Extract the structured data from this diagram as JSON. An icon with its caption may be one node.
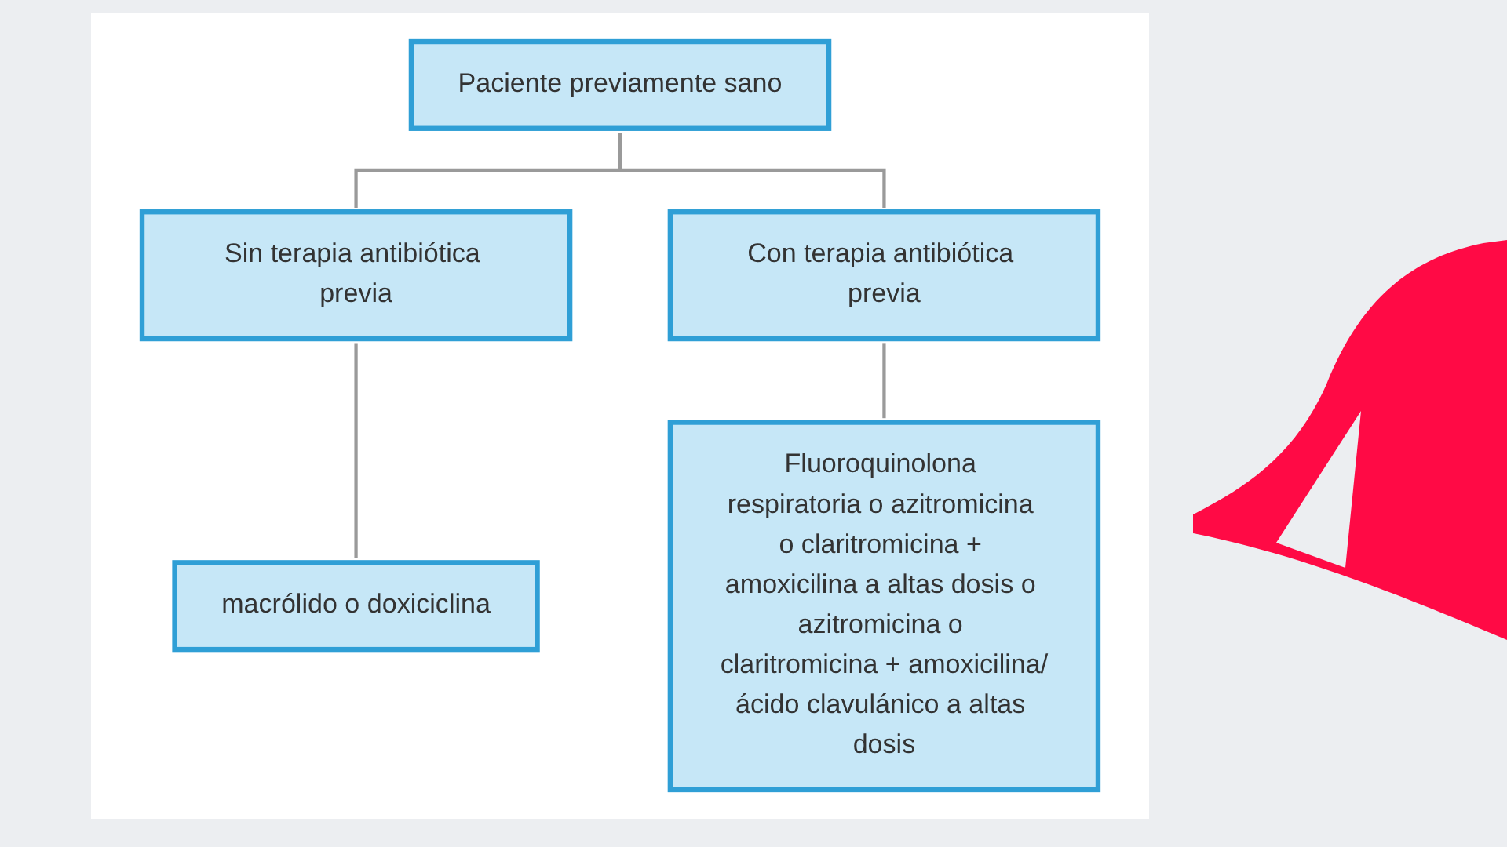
{
  "diagram": {
    "nodes": [
      {
        "text": [
          "Paciente previamente sano"
        ]
      },
      {
        "text": [
          "Sin terapia antibiótica previa"
        ]
      },
      {
        "text": [
          "Con terapia antibiótica previa"
        ]
      },
      {
        "text": [
          "macrólido o doxiciclina"
        ]
      },
      {
        "text": [
          "Fluoroquinolona respiratoria o azitromicina o claritromicina + amoxicilina a altas dosis o azitromicina o claritromicina + amoxicilina/ácido clavulánico a altas dosis"
        ]
      }
    ],
    "edges": [
      {
        "from": 0,
        "to": 1,
        "arrow": "none"
      },
      {
        "from": 0,
        "to": 2,
        "arrow": "none"
      },
      {
        "from": 1,
        "to": 3,
        "arrow": "none"
      },
      {
        "from": 2,
        "to": 4,
        "arrow": "none"
      }
    ]
  }
}
